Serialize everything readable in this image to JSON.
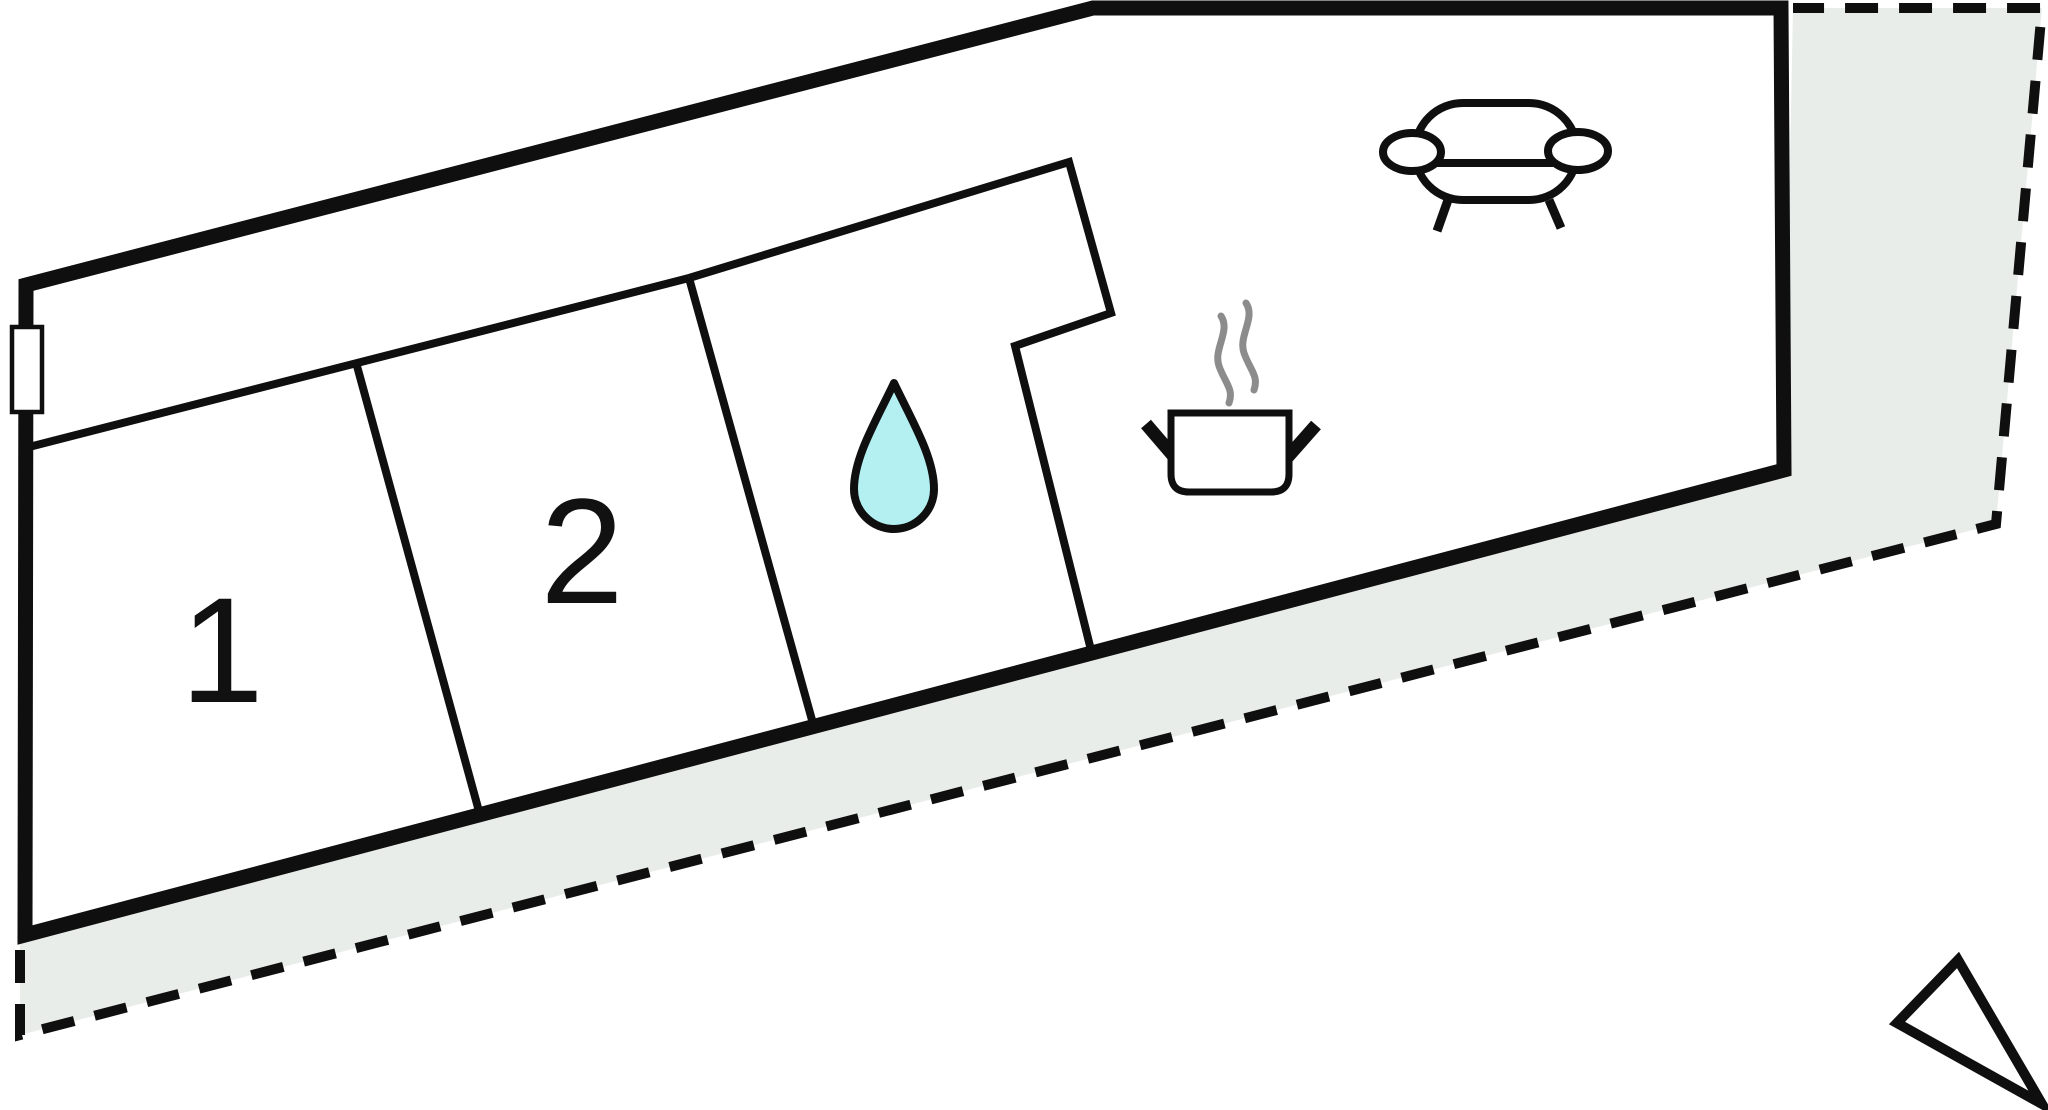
{
  "floorplan": {
    "rooms": [
      {
        "label": "1"
      },
      {
        "label": "2"
      }
    ],
    "icons": [
      {
        "name": "water-drop-icon"
      },
      {
        "name": "cooking-pot-icon"
      },
      {
        "name": "steam-icon"
      },
      {
        "name": "sofa-icon"
      },
      {
        "name": "window-marker"
      },
      {
        "name": "north-arrow-icon"
      }
    ]
  },
  "colors": {
    "ink": "#0f0f0f",
    "terrain": "#e8edea",
    "droplet": "#b4f0f2",
    "steam": "#8c8c8c",
    "background": "#ffffff"
  }
}
